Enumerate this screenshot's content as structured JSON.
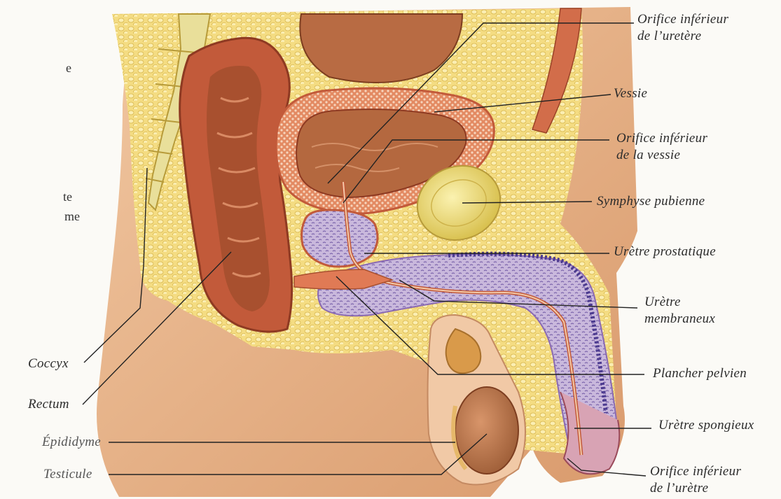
{
  "labels": {
    "orifice_ureter_1": "Orifice inférieur",
    "orifice_ureter_2": "de l’uretère",
    "vessie": "Vessie",
    "orifice_vessie_1": "Orifice inférieur",
    "orifice_vessie_2": "de la vessie",
    "symphyse": "Symphyse pubienne",
    "uretre_prostatique": "Urètre prostatique",
    "uretre_membraneux_1": "Urètre",
    "uretre_membraneux_2": "membraneux",
    "plancher": "Plancher pelvien",
    "uretre_spongieux": "Urètre spongieux",
    "orifice_uretre_1": "Orifice inférieur",
    "orifice_uretre_2": "de l’urètre",
    "coccyx": "Coccyx",
    "rectum": "Rectum",
    "epididyme": "Épididyme",
    "testicule": "Testicule"
  },
  "cut_fragments": {
    "f1": "e",
    "f2": "te",
    "f3": "me"
  },
  "colors": {
    "background": "#fbfaf6",
    "skin": "#e8b489",
    "fat": "#f3d97a",
    "muscle": "#c25a3a",
    "mucosa_dots": "#e07a55",
    "cavity": "#b4683f",
    "erectile": "#b9a6cf",
    "bone": "#e9df9a",
    "leader": "#222222"
  }
}
